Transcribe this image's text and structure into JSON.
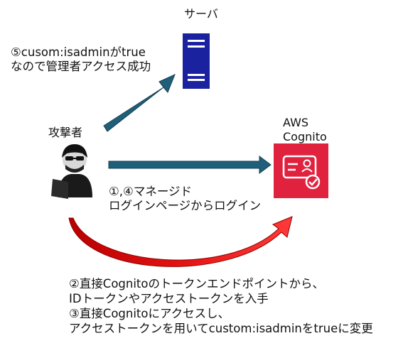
{
  "labels": {
    "server": "サーバ",
    "step5_line1": "⑤cusom:isadminがtrue",
    "step5_line2": "なので管理者アクセス成功",
    "attacker": "攻撃者",
    "aws_line1": "AWS",
    "aws_line2": "Cognito",
    "step14_line1": "①,④マネージド",
    "step14_line2": "ログインページからログイン",
    "step2_line1": "②直接Cognitoのトークンエンドポイントから、",
    "step2_line2": "IDトークンやアクセストークンを入手",
    "step3_line1": "③直接Cognitoにアクセスし、",
    "step3_line2": "アクセストークンを用いてcustom:isadminをtrueに変更"
  },
  "colors": {
    "server": "#1a22a0",
    "arrow_blue": "#1f5f7a",
    "arrow_red_dark": "#c40000",
    "arrow_red_light": "#ff3030",
    "cognito_bg": "#e0223f"
  },
  "icons": {
    "server": "server-icon",
    "attacker": "hacker-icon",
    "cognito": "cognito-icon"
  }
}
